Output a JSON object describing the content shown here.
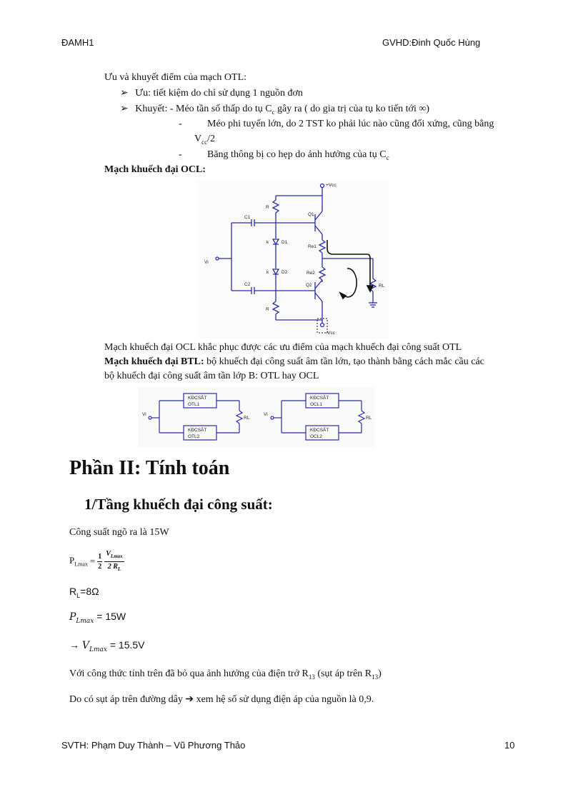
{
  "header": {
    "left": "ĐAMH1",
    "right": "GVHD:Đinh Quốc Hùng"
  },
  "otl": {
    "intro": "Ưu và khuyết điểm của mạch  OTL:",
    "pro": "Ưu: tiết kiệm do chỉ sử dụng 1 nguồn đơn",
    "con_prefix": "Khuyết: - Méo tần số thấp do tụ C",
    "con_sub": "c",
    "con_suffix": " gây ra (  do gia trị của tụ ko tiến tới ∞)",
    "dash": "-",
    "sub1_line1": "Méo phi tuyến lớn, do 2 TST ko phải lúc nào cũng đối xứng, cũng bằng",
    "sub1_line2_pre": "V",
    "sub1_line2_sub": "cc",
    "sub1_line2_post": "/2",
    "sub2_pre": "Băng thông bị co hẹp do ảnh hưởng của tụ C",
    "sub2_sub": "c"
  },
  "ocl": {
    "title": "Mạch khuếch đại OCL:",
    "desc": "Mạch khuếch đại OCL khắc phục được các ưu điểm của mạch khuếch đại công suất OTL",
    "circuit": {
      "vcc_pos": "+Vcc",
      "vcc_neg": "-Vcc",
      "q1": "Q1",
      "q2": "Q2",
      "c1": "C1",
      "c2": "C2",
      "r_top": "R",
      "r_bot": "R",
      "d1": "D1",
      "d2": "D2",
      "re1": "Re1",
      "re2": "Re2",
      "vi": "Vi",
      "rl": "RL",
      "k": "k"
    }
  },
  "btl": {
    "title": "Mạch khuếch đại BTL:",
    "desc_line1": "  bộ khuếch đại công suất âm tần lớn, tạo thành bằng cách mắc cầu các",
    "desc_line2": "bộ khuếch đại công suất âm tần lớp B:  OTL hay OCL",
    "diagram": {
      "vi": "Vi",
      "rl": "RL",
      "box1": [
        "KĐCSÂT",
        "OTL1"
      ],
      "box2": [
        "KĐCSÂT",
        "OTL2"
      ],
      "box3": [
        "KĐCSÂT",
        "OCL1"
      ],
      "box4": [
        "KĐCSÂT",
        "OCL2"
      ]
    }
  },
  "section": {
    "title": "Phần II: Tính toán",
    "sub": "1/Tầng khuếch đại công suất:"
  },
  "calc": {
    "p_out": "Công suất ngõ ra là 15W",
    "f_lhs": "P",
    "f_lhs_sub": "Lmax",
    "f_eq": "=",
    "f_n1": "1",
    "f_d1": "2",
    "f_n2": "V",
    "f_n2_sub": "Lmax",
    "f_d2": "2 R",
    "f_d2_sub": "L",
    "rl_text": "R",
    "rl_sub": "L",
    "rl_val": "=8Ω",
    "pl_text": "P",
    "pl_sub": "Lmax",
    "pl_val": " = 15W",
    "arrow": "→ ",
    "vl_text": "V",
    "vl_sub": "Lmax",
    "vl_val": " = 15.5V",
    "note_pre": "Với công thức tính trên đã bỏ qua ảnh hưởng của điện trở R",
    "note_sub1": "13",
    "note_mid": " (sụt áp trên R",
    "note_sub2": "13",
    "note_end": ")",
    "drop_pre": "Do có sụt áp trên đường dây ",
    "drop_arrow": "➔",
    "drop_post": " xem hệ số sử dụng điện áp của nguồn là 0,9."
  },
  "footer": {
    "left": "SVTH: Phạm Duy Thành – Vũ Phương Thảo",
    "page": "10"
  },
  "colors": {
    "wire": "#2a2aa8",
    "box": "#2a2aa8",
    "text": "#111111"
  }
}
